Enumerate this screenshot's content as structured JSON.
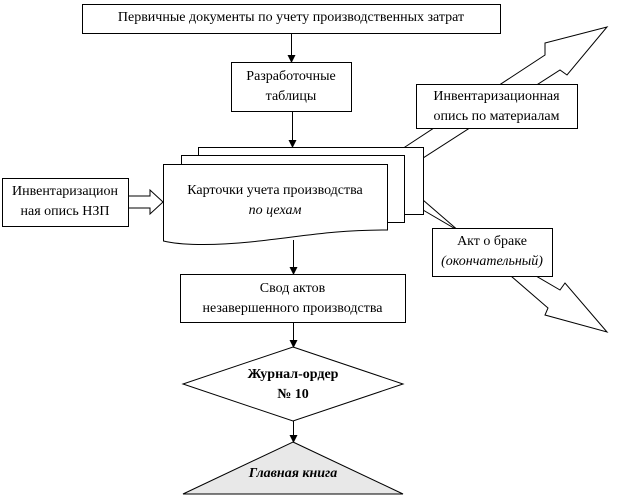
{
  "nodes": {
    "primary_docs": "Первичные документы по учету производственных затрат",
    "dev_tables_line1": "Разработочные",
    "dev_tables_line2": "таблицы",
    "inventory_materials_line1": "Инвентаризационная",
    "inventory_materials_line2": "опись по материалам",
    "inventory_wip_line1": "Инвентаризацион",
    "inventory_wip_line2": "ная опись НЗП",
    "cards_line1": "Карточки учета производства",
    "cards_line2": "по цехам",
    "defect_act_line1": "Акт о браке",
    "defect_act_line2": "(окончательный)",
    "wip_summary_line1": "Свод актов",
    "wip_summary_line2": "незавершенного производства",
    "journal_line1": "Журнал-ордер",
    "journal_line2": "№ 10",
    "general_ledger": "Главная книга"
  }
}
